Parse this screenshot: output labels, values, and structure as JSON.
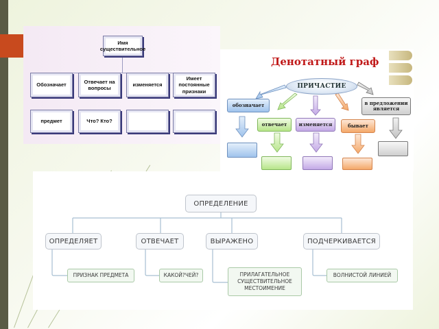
{
  "slide": {
    "colors": {
      "strip": "#5a5b45",
      "accent": "#c84a1e",
      "background": "#eef3dd"
    }
  },
  "noun_diagram": {
    "root": "Имя существительное",
    "headers": [
      "Обозначает",
      "Отвечает на вопросы",
      "изменяется",
      "Имеет постоянные признаки"
    ],
    "values": [
      "предмет",
      "Что? Кто?",
      "",
      ""
    ],
    "colors": {
      "border": "#7b7ba6",
      "background": "#f4e9f4"
    }
  },
  "participle_graph": {
    "title": "Денотатный граф",
    "center": "ПРИЧАСТИЕ",
    "labels": [
      "обозначает",
      "отвечает",
      "изменяется",
      "бывает",
      "в предложении является"
    ],
    "colors": {
      "title": "#c01818",
      "blue": "#9fc3ec",
      "green": "#c6eea0",
      "purple": "#cdb8ea",
      "orange": "#f7b98a",
      "gray": "#b9b9b9"
    }
  },
  "definition_tree": {
    "root": "ОПРЕДЕЛЕНИЕ",
    "branches": [
      {
        "label": "ОПРЕДЕЛЯЕТ",
        "leaf": "ПРИЗНАК ПРЕДМЕТА"
      },
      {
        "label": "ОТВЕЧАЕТ",
        "leaf": "КАКОЙ?ЧЕЙ?"
      },
      {
        "label": "ВЫРАЖЕНО",
        "leaf": "ПРИЛАГАТЕЛЬНОЕ СУЩЕСТВИТЕЛЬНОЕ МЕСТОИМЕНИЕ"
      },
      {
        "label": "ПОДЧЕРКИВАЕТСЯ",
        "leaf": "ВОЛНИСТОЙ ЛИНИЕЙ"
      }
    ],
    "colors": {
      "box_border": "#bfc4cc",
      "leaf_border": "#a9c9a6",
      "line": "#a6bfd2"
    }
  }
}
